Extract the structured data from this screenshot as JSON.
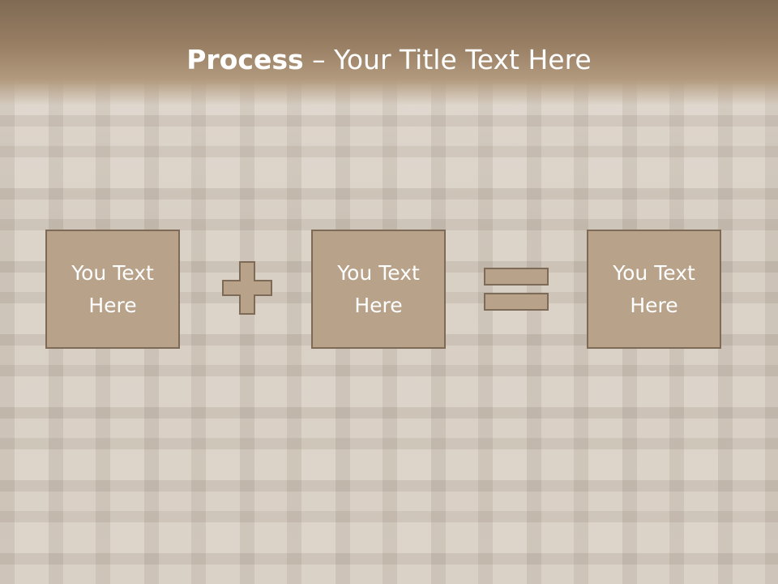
{
  "slide": {
    "title_bold": "Process",
    "title_rest": " – Your Title Text Here"
  },
  "process": {
    "boxes": [
      {
        "label": "You Text Here"
      },
      {
        "label": "You Text Here"
      },
      {
        "label": "You Text Here"
      }
    ],
    "operators": [
      "plus-icon",
      "equals-icon"
    ]
  },
  "colors": {
    "title_bar": "#9a8064",
    "box_fill": "#b8a28a",
    "box_border": "#7d6a57",
    "text": "#ffffff"
  }
}
